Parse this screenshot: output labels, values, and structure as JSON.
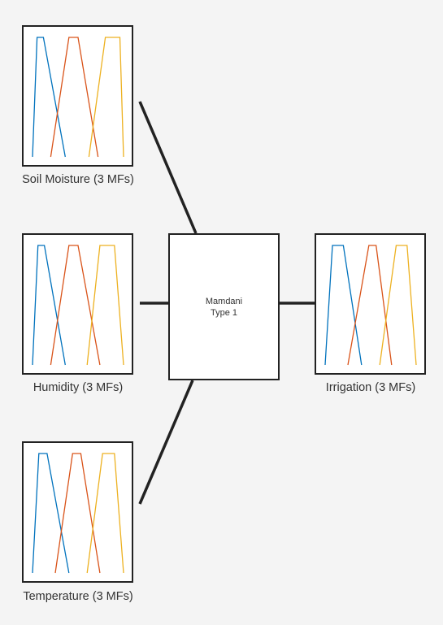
{
  "inputs": [
    {
      "id": "soil",
      "label": "Soil Moisture (3 MFs)",
      "mfs": [
        {
          "color": "#0072BD",
          "points": [
            [
              0,
              0
            ],
            [
              0.05,
              1
            ],
            [
              0.12,
              1
            ],
            [
              0.36,
              0
            ]
          ]
        },
        {
          "color": "#D95319",
          "points": [
            [
              0.2,
              0
            ],
            [
              0.4,
              1
            ],
            [
              0.5,
              1
            ],
            [
              0.72,
              0
            ]
          ]
        },
        {
          "color": "#EDB120",
          "points": [
            [
              0.62,
              0
            ],
            [
              0.8,
              1
            ],
            [
              0.96,
              1
            ],
            [
              1,
              0
            ]
          ]
        }
      ]
    },
    {
      "id": "humidity",
      "label": "Humidity (3 MFs)",
      "mfs": [
        {
          "color": "#0072BD",
          "points": [
            [
              0,
              0
            ],
            [
              0.06,
              1
            ],
            [
              0.13,
              1
            ],
            [
              0.36,
              0
            ]
          ]
        },
        {
          "color": "#D95319",
          "points": [
            [
              0.2,
              0
            ],
            [
              0.4,
              1
            ],
            [
              0.5,
              1
            ],
            [
              0.74,
              0
            ]
          ]
        },
        {
          "color": "#EDB120",
          "points": [
            [
              0.6,
              0
            ],
            [
              0.74,
              1
            ],
            [
              0.9,
              1
            ],
            [
              1,
              0
            ]
          ]
        }
      ]
    },
    {
      "id": "temperature",
      "label": "Temperature (3 MFs)",
      "mfs": [
        {
          "color": "#0072BD",
          "points": [
            [
              0,
              0
            ],
            [
              0.07,
              1
            ],
            [
              0.16,
              1
            ],
            [
              0.4,
              0
            ]
          ]
        },
        {
          "color": "#D95319",
          "points": [
            [
              0.25,
              0
            ],
            [
              0.44,
              1
            ],
            [
              0.53,
              1
            ],
            [
              0.74,
              0
            ]
          ]
        },
        {
          "color": "#EDB120",
          "points": [
            [
              0.6,
              0
            ],
            [
              0.77,
              1
            ],
            [
              0.9,
              1
            ],
            [
              1,
              0
            ]
          ]
        }
      ]
    }
  ],
  "system": {
    "line1": "Mamdani",
    "line2": "Type 1"
  },
  "output": {
    "id": "irrigation",
    "label": "Irrigation (3 MFs)",
    "mfs": [
      {
        "color": "#0072BD",
        "points": [
          [
            0,
            0
          ],
          [
            0.08,
            1
          ],
          [
            0.2,
            1
          ],
          [
            0.4,
            0
          ]
        ]
      },
      {
        "color": "#D95319",
        "points": [
          [
            0.25,
            0
          ],
          [
            0.48,
            1
          ],
          [
            0.56,
            1
          ],
          [
            0.73,
            0
          ]
        ]
      },
      {
        "color": "#EDB120",
        "points": [
          [
            0.6,
            0
          ],
          [
            0.78,
            1
          ],
          [
            0.9,
            1
          ],
          [
            1,
            0
          ]
        ]
      }
    ]
  }
}
